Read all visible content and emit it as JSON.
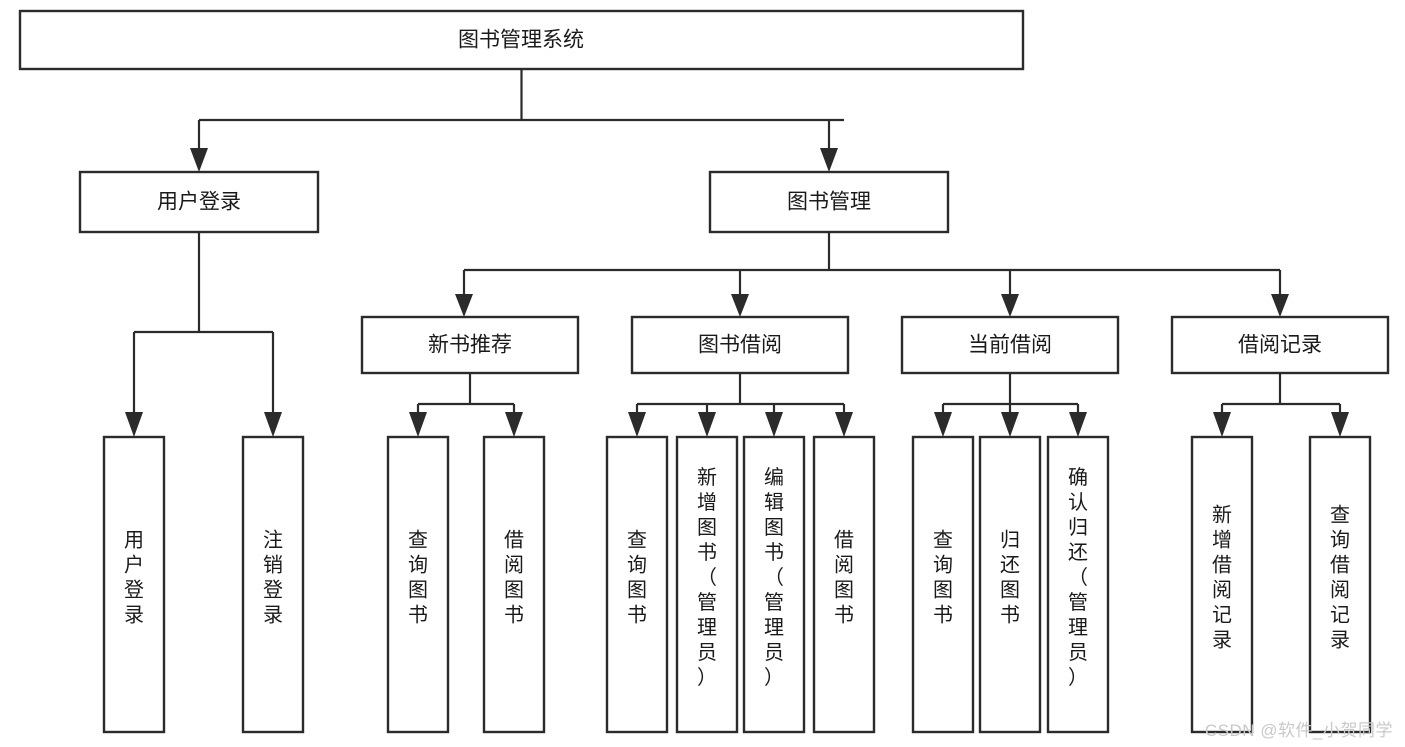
{
  "diagram": {
    "title": "图书管理系统",
    "type": "tree-hierarchy",
    "root": {
      "id": "root",
      "label": "图书管理系统",
      "orientation": "horizontal"
    },
    "level2": [
      {
        "id": "user-login",
        "label": "用户登录",
        "orientation": "horizontal"
      },
      {
        "id": "book-manage",
        "label": "图书管理",
        "orientation": "horizontal"
      }
    ],
    "level3": [
      {
        "id": "new-book-recommend",
        "label": "新书推荐",
        "parent": "book-manage",
        "orientation": "horizontal"
      },
      {
        "id": "book-borrow",
        "label": "图书借阅",
        "parent": "book-manage",
        "orientation": "horizontal"
      },
      {
        "id": "current-borrow",
        "label": "当前借阅",
        "parent": "book-manage",
        "orientation": "horizontal"
      },
      {
        "id": "borrow-record",
        "label": "借阅记录",
        "parent": "book-manage",
        "orientation": "horizontal"
      }
    ],
    "leaves": [
      {
        "id": "leaf-user-login",
        "label": "用户登录",
        "parent": "user-login",
        "orientation": "vertical"
      },
      {
        "id": "leaf-user-logout",
        "label": "注销登录",
        "parent": "user-login",
        "orientation": "vertical"
      },
      {
        "id": "leaf-query-book-1",
        "label": "查询图书",
        "parent": "new-book-recommend",
        "orientation": "vertical"
      },
      {
        "id": "leaf-borrow-book-1",
        "label": "借阅图书",
        "parent": "new-book-recommend",
        "orientation": "vertical"
      },
      {
        "id": "leaf-query-book-2",
        "label": "查询图书",
        "parent": "book-borrow",
        "orientation": "vertical"
      },
      {
        "id": "leaf-add-book",
        "label": "新增图书（管理员）",
        "parent": "book-borrow",
        "orientation": "vertical"
      },
      {
        "id": "leaf-edit-book",
        "label": "编辑图书（管理员）",
        "parent": "book-borrow",
        "orientation": "vertical"
      },
      {
        "id": "leaf-borrow-book-2",
        "label": "借阅图书",
        "parent": "book-borrow",
        "orientation": "vertical"
      },
      {
        "id": "leaf-query-book-3",
        "label": "查询图书",
        "parent": "current-borrow",
        "orientation": "vertical"
      },
      {
        "id": "leaf-return-book",
        "label": "归还图书",
        "parent": "current-borrow",
        "orientation": "vertical"
      },
      {
        "id": "leaf-confirm-return",
        "label": "确认归还（管理员）",
        "parent": "current-borrow",
        "orientation": "vertical"
      },
      {
        "id": "leaf-add-record",
        "label": "新增借阅记录",
        "parent": "borrow-record",
        "orientation": "vertical"
      },
      {
        "id": "leaf-query-record",
        "label": "查询借阅记录",
        "parent": "borrow-record",
        "orientation": "vertical"
      }
    ],
    "colors": {
      "stroke": "#2b2b2b",
      "fill": "#ffffff",
      "text": "#1a1a1a",
      "watermark": "#c9c9c9"
    }
  },
  "watermark": {
    "text": "CSDN @软件_小贺同学"
  }
}
